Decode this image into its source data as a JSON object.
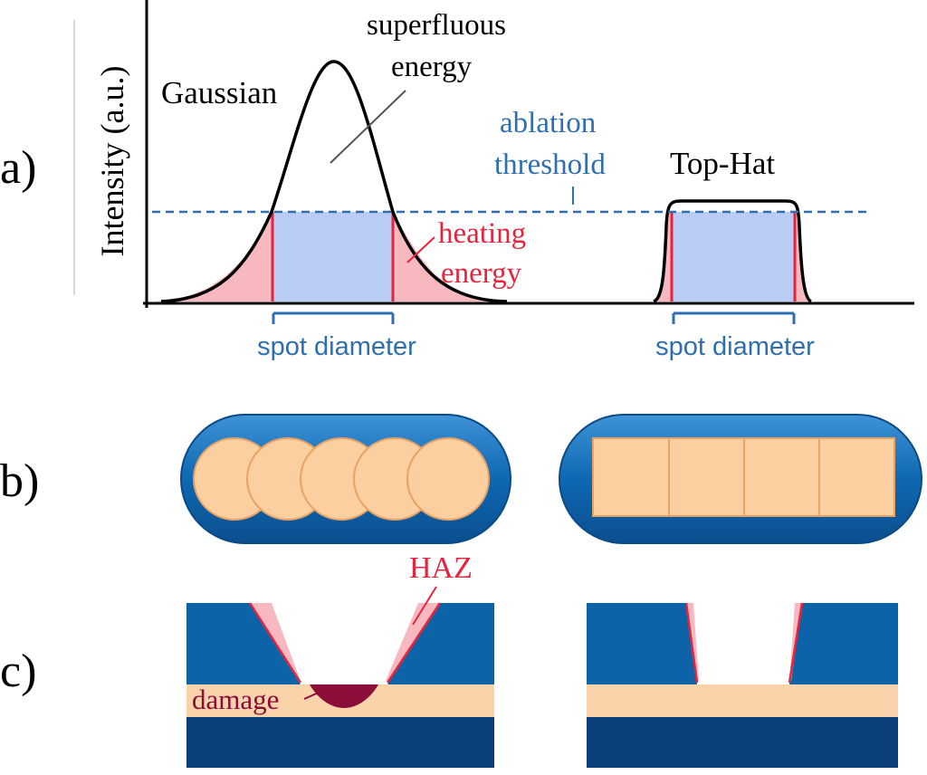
{
  "panels": {
    "a": "a)",
    "b": "b)",
    "c": "c)"
  },
  "graph": {
    "ylabel": "Intensity (a.u.)",
    "gaussian_label": "Gaussian",
    "tophat_label": "Top-Hat",
    "superfluous_line1": "superfluous",
    "superfluous_line2": "energy",
    "ablation_line1": "ablation",
    "ablation_line2": "threshold",
    "heating_line1": "heating",
    "heating_line2": "energy",
    "spot_left": "spot diameter",
    "spot_right": "spot diameter"
  },
  "cross_section": {
    "haz_label": "HAZ",
    "damage_label": "damage"
  },
  "colors": {
    "threshold_blue": "#2f6fb0",
    "heating_red": "#e8243c",
    "heating_fill": "#f7b9bf",
    "spot_fill": "#b9cdf4",
    "spot_orange": "#fbcf9f",
    "track_blue": "#0d63a8",
    "deep_blue": "#0b3f7c",
    "damage_maroon": "#8b0d3a"
  }
}
